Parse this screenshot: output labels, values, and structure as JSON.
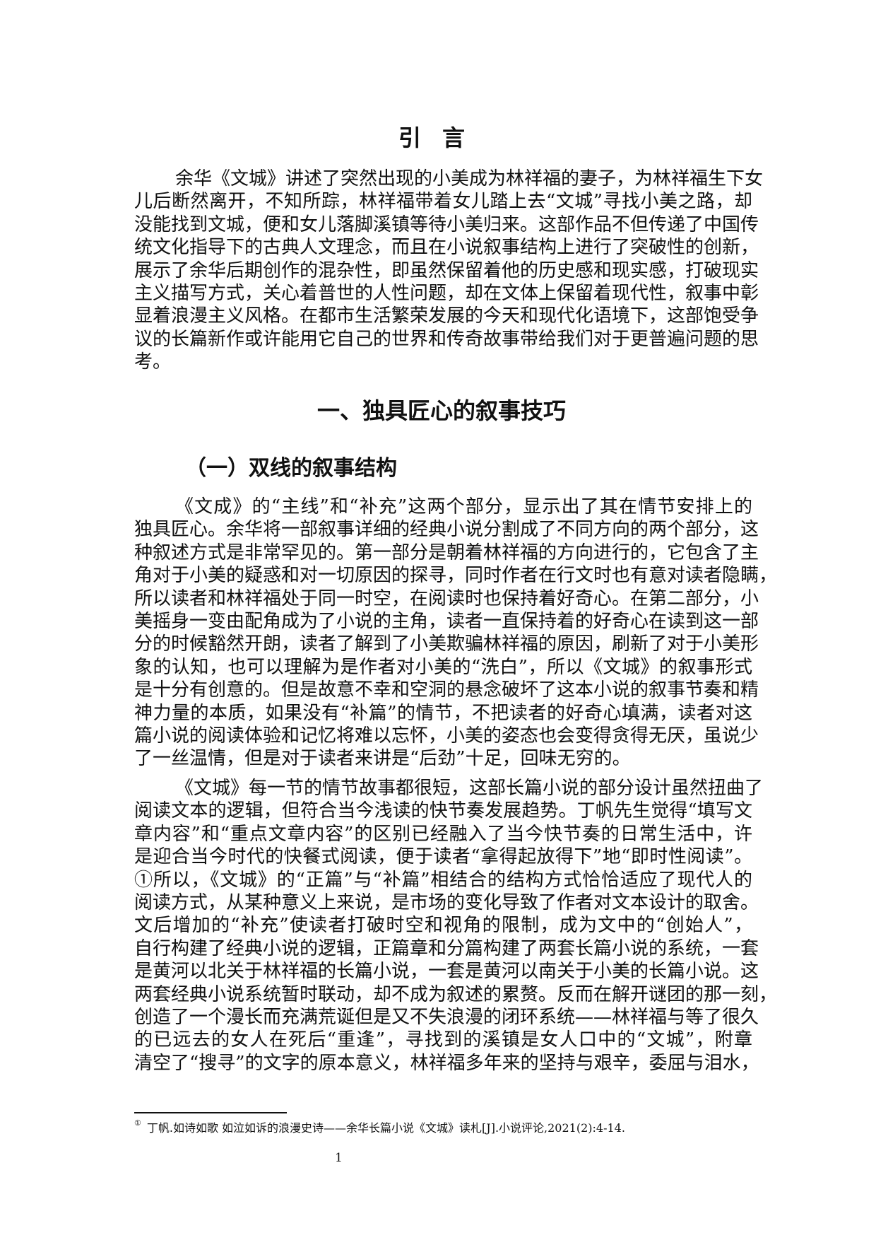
{
  "title": "引言",
  "intro_lines": [
    "余华《文城》讲述了突然出现的小美成为林祥福的妻子，为林祥福生下女",
    "儿后断然离开，不知所踪，林祥福带着女儿踏上去“文城”寻找小美之路，却",
    "没能找到文城，便和女儿落脚溪镇等待小美归来。这部作品不但传递了中国传",
    "统文化指导下的古典人文理念，而且在小说叙事结构上进行了突破性的创新，",
    "展示了余华后期创作的混杂性，即虽然保留着他的历史感和现实感，打破现实",
    "主义描写方式，关心着普世的人性问题，却在文体上保留着现代性，叙事中彰",
    "显着浪漫主义风格。在都市生活繁荣发展的今天和现代化语境下，这部饱受争",
    "议的长篇新作或许能用它自己的世界和传奇故事带给我们对于更普遍问题的思",
    "考。"
  ],
  "section_heading": "一、独具匠心的叙事技巧",
  "subsection_heading": "（一）双线的叙事结构",
  "para2_lines": [
    "《文成》的“主线”和“补充”这两个部分，显示出了其在情节安排上的",
    "独具匠心。余华将一部叙事详细的经典小说分割成了不同方向的两个部分，这",
    "种叙述方式是非常罕见的。第一部分是朝着林祥福的方向进行的，它包含了主",
    "角对于小美的疑惑和对一切原因的探寻，同时作者在行文时也有意对读者隐瞒，",
    "所以读者和林祥福处于同一时空，在阅读时也保持着好奇心。在第二部分，小",
    "美摇身一变由配角成为了小说的主角，读者一直保持着的好奇心在读到这一部",
    "分的时候豁然开朗，读者了解到了小美欺骗林祥福的原因，刷新了对于小美形",
    "象的认知，也可以理解为是作者对小美的“洗白”，所以《文城》的叙事形式",
    "是十分有创意的。但是故意不幸和空洞的悬念破坏了这本小说的叙事节奏和精",
    "神力量的本质，如果没有“补篇”的情节，不把读者的好奇心填满，读者对这",
    "篇小说的阅读体验和记忆将难以忘怀，小美的姿态也会变得贪得无厌，虽说少",
    "了一丝温情，但是对于读者来讲是“后劲”十足，回味无穷的。"
  ],
  "para3_lines": [
    "《文城》每一节的情节故事都很短，这部长篇小说的部分设计虽然扭曲了",
    "阅读文本的逻辑，但符合当今浅读的快节奏发展趋势。丁帆先生觉得“填写文",
    "章内容”和“重点文章内容”的区别已经融入了当今快节奏的日常生活中，许",
    "是迎合当今时代的快餐式阅读，便于读者“拿得起放得下”地“即时性阅读”。",
    "①所以，《文城》的“正篇”与“补篇”相结合的结构方式恰恰适应了现代人的",
    "阅读方式，从某种意义上来说，是市场的变化导致了作者对文本设计的取舍。",
    "文后增加的“补充”使读者打破时空和视角的限制，成为文中的“创始人”，",
    "自行构建了经典小说的逻辑，正篇章和分篇构建了两套长篇小说的系统，一套",
    "是黄河以北关于林祥福的长篇小说，一套是黄河以南关于小美的长篇小说。这",
    "两套经典小说系统暂时联动，却不成为叙述的累赘。反而在解开谜团的那一刻，",
    "创造了一个漫长而充满荒诞但是又不失浪漫的闭环系统——林祥福与等了很久",
    "的已远去的女人在死后“重逢”，寻找到的溪镇是女人口中的“文城”，附章",
    "清空了“搜寻”的文字的原本意义，林祥福多年来的坚持与艰辛，委屈与泪水，"
  ],
  "footnote": {
    "marker": "①",
    "text": "丁帆.如诗如歌 如泣如诉的浪漫史诗——余华长篇小说《文城》读札[J].小说评论,2021(2):4-14."
  },
  "page_number": "1"
}
